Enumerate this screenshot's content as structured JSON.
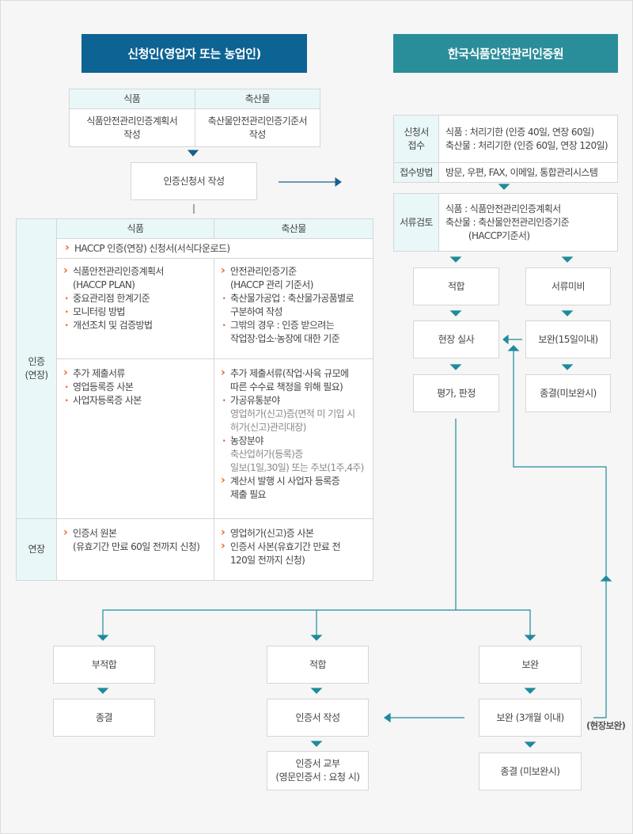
{
  "colors": {
    "applicant": "#0d6394",
    "agency": "#2a8d9a",
    "arrow_left": "#1a5f8c",
    "arrow_right": "#1f8b9b"
  },
  "applicant": {
    "title": "신청인(영업자 또는 농업인)",
    "prep_table": {
      "headers": [
        "식품",
        "축산물"
      ],
      "cells": [
        "식품안전관리인증계획서\n작성",
        "축산물안전관리인증기준서\n작성"
      ]
    },
    "application_box": "인증신청서 작성",
    "docs_table": {
      "headers": [
        "식품",
        "축산물"
      ],
      "row_labels": {
        "cert": "인증\n(연장)",
        "renew": "연장"
      },
      "common": "HACCP 인증(연장) 신청서(서식다운로드)",
      "food_plan": {
        "title": "식품안전관리인증계획서\n(HACCP PLAN)",
        "items": [
          "중요관리점 한계기준",
          "모니터링 방법",
          "개선조치 및 검증방법"
        ]
      },
      "livestock_plan": {
        "title": "안전관리인증기준\n(HACCP 관리 기준서)",
        "items": [
          "축산물가공업 : 축산물가공품별로\n구분하여 작성",
          "그밖의 경우 : 인증 받으려는\n작업장·업소·농장에 대한 기준"
        ]
      },
      "food_extra": {
        "title": "추가 제출서류",
        "items": [
          "영업등록증 사본",
          "사업자등록증 사본"
        ]
      },
      "livestock_extra": {
        "title": "추가 제출서류(작업·사육 규모에\n따른 수수료 책정을 위해 필요)",
        "sub1": "가공유통분야",
        "sub1_text": "영업허가(신고)증(면적 미 기입 시\n허가(신고)관리대장)",
        "sub2": "농장분야",
        "sub2_text": "축산업허가(등록)증\n일보(1일,30일) 또는 주보(1주,4주)",
        "note": "계산서 발행 시 사업자 등록증\n제출 필요"
      },
      "food_renew": "인증서 원본\n(유효기간 만료 60일 전까지 신청)",
      "livestock_renew": [
        "영업허가(신고)증 사본",
        "인증서 사본(유효기간 만료 전\n120일 전까지 신청)"
      ]
    }
  },
  "agency": {
    "title": "한국식품안전관리인증원",
    "receipt_label": "신청서\n접수",
    "receipt_text": [
      "식품 : 처리기한 (인증 40일, 연장 60일)",
      "축산물 : 처리기한 (인증 60일, 연장 120일)"
    ],
    "method_label": "접수방법",
    "method_text": "방문, 우편, FAX, 이메일, 통합관리시스템",
    "review_label": "서류검토",
    "review_text": [
      "식품 : 식품안전관리인증계획서",
      "축산물 : 축산물안전관리인증기준\n         (HACCP기준서)"
    ],
    "flow": {
      "pass": "적합",
      "incomplete": "서류미비",
      "inspection": "현장 실사",
      "supplement": "보완(15일이내)",
      "evaluation": "평가, 판정",
      "terminate": "종결(미보완시)"
    }
  },
  "outcomes": {
    "fail": "부적합",
    "fail_end": "종결",
    "pass": "적합",
    "issue_write": "인증서 작성",
    "issue_deliver": "인증서 교부\n(영문인증서 : 요청 시)",
    "supplement": "보완",
    "supplement_3m": "보완 (3개월 이내)",
    "supplement_end": "종결 (미보완시)",
    "onsite_supplement": "(현장보완)"
  }
}
